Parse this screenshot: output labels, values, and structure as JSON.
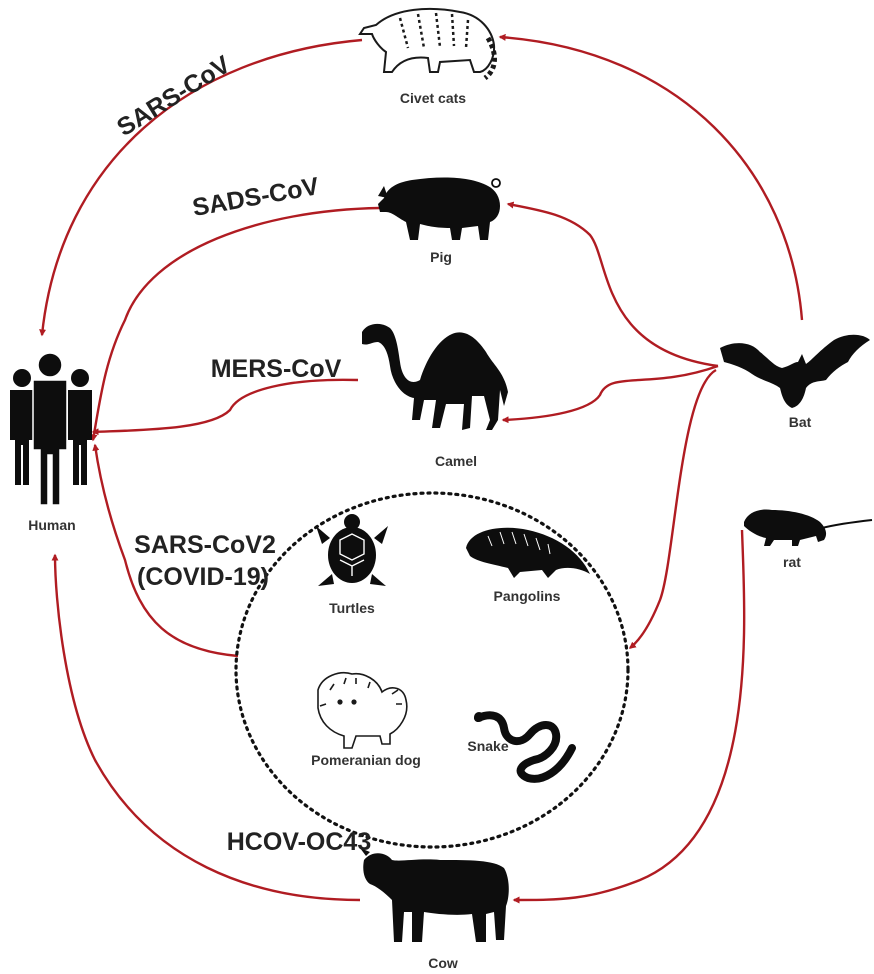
{
  "colors": {
    "arrow": "#b01c22",
    "silhouette": "#0d0d0d",
    "text": "#222222"
  },
  "hosts": {
    "human": "Human",
    "civet": "Civet cats",
    "pig": "Pig",
    "camel": "Camel",
    "bat": "Bat",
    "rat": "rat",
    "cow": "Cow"
  },
  "intermediates": {
    "turtles": "Turtles",
    "pangolins": "Pangolins",
    "dog": "Pomeranian dog",
    "snake": "Snake"
  },
  "viruses": {
    "sars": "SARS-CoV",
    "sads": "SADS-CoV",
    "mers": "MERS-CoV",
    "sars2_line1": "SARS-CoV2",
    "sars2_line2": "(COVID-19)",
    "hcov": "HCOV-OC43"
  },
  "icons": [
    "human-group-icon",
    "civet-icon",
    "pig-icon",
    "camel-icon",
    "bat-icon",
    "rat-icon",
    "cow-icon",
    "turtle-icon",
    "pangolin-icon",
    "dog-icon",
    "snake-icon"
  ]
}
